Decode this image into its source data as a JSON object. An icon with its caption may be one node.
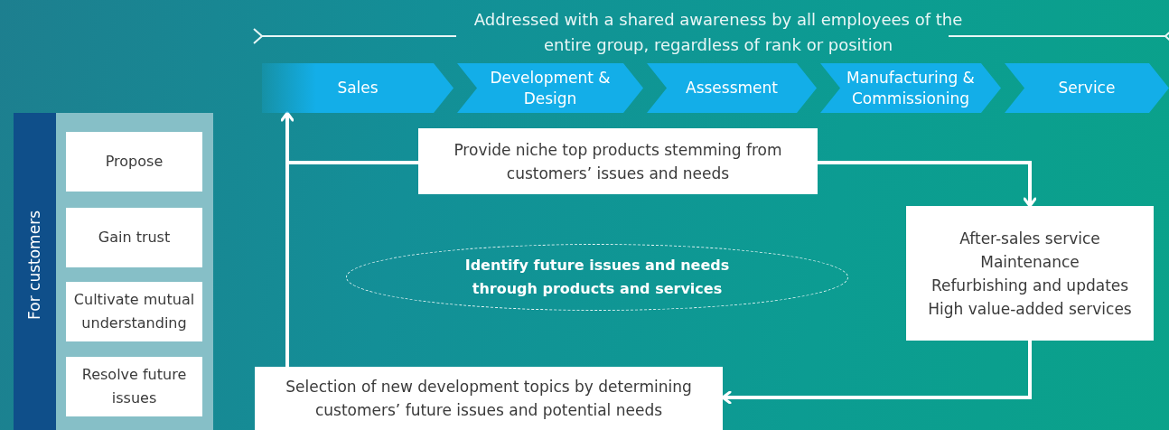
{
  "diagram": {
    "nodes": [
      {
        "text": [
          "For customers"
        ]
      },
      {
        "text": [
          "Propose"
        ],
        "in": 0
      },
      {
        "text": [
          "Gain trust"
        ],
        "in": 0
      },
      {
        "text": [
          "Cultivate mutual understanding"
        ],
        "in": 0
      },
      {
        "text": [
          "Resolve future issues"
        ],
        "in": 0
      },
      {
        "text": [
          "Sales"
        ]
      },
      {
        "text": [
          "Development & Design"
        ]
      },
      {
        "text": [
          "Assessment"
        ]
      },
      {
        "text": [
          "Manufacturing & Commissioning"
        ]
      },
      {
        "text": [
          "Service"
        ]
      },
      {
        "text": [
          "Provide niche top products stemming from customers’ issues and needs"
        ]
      },
      {
        "text": [
          "After-sales service",
          "Maintenance",
          "Refurbishing and updates",
          "High value-added services"
        ]
      },
      {
        "text": [
          "Selection of new development topics by determining customers’ future issues and potential needs"
        ]
      },
      {
        "text": [
          "Identify future issues and needs through products and services"
        ]
      }
    ],
    "edges": [
      {
        "from": 12,
        "to": 10,
        "arrow": "none"
      },
      {
        "from": 10,
        "to": 11,
        "arrow": "to"
      },
      {
        "from": 11,
        "to": 12,
        "arrow": "to"
      },
      {
        "from": 12,
        "to": 5,
        "arrow": "to"
      }
    ],
    "labels": [
      "Addressed with a shared awareness by all employees of the entire group, regardless of rank or position"
    ]
  }
}
